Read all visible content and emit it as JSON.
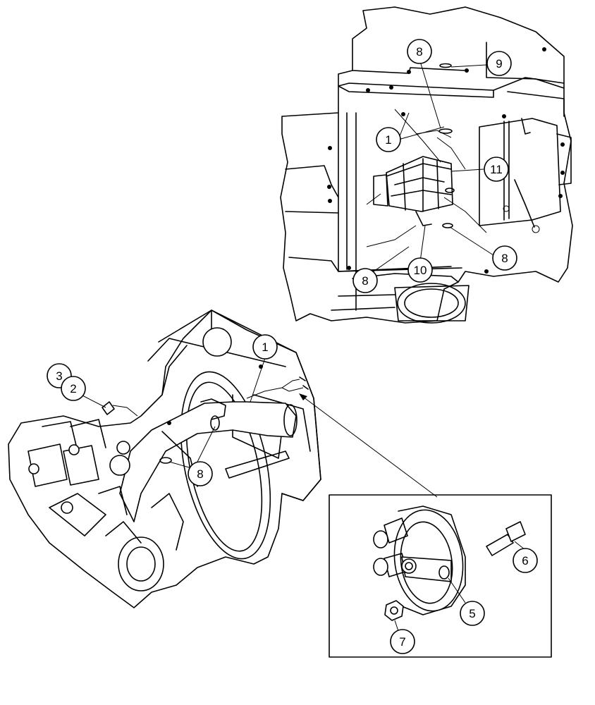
{
  "callouts": {
    "top_8a": "8",
    "top_9": "9",
    "top_1": "1",
    "top_11": "11",
    "top_8b": "8",
    "top_10": "10",
    "top_8c": "8",
    "bottom_1": "1",
    "bottom_3": "3",
    "bottom_2": "2",
    "bottom_8": "8",
    "inset_6": "6",
    "inset_5": "5",
    "inset_7": "7"
  }
}
